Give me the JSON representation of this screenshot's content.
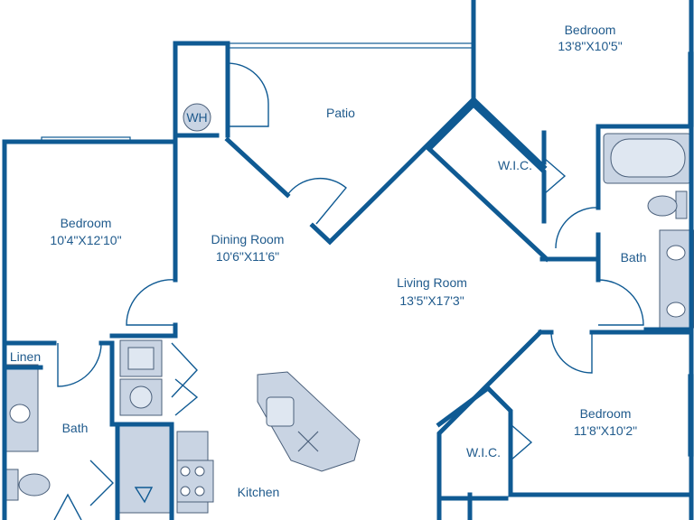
{
  "plan": {
    "colors": {
      "wall": "#0f5a93",
      "label": "#1f5a8c",
      "fixture": "#c9d4e3",
      "background": "#ffffff"
    },
    "rooms": [
      {
        "id": "patio",
        "name": "Patio",
        "dims": ""
      },
      {
        "id": "bedroom-top-right",
        "name": "Bedroom",
        "dims": "13'8\"X10'5\""
      },
      {
        "id": "wic-upper",
        "name": "W.I.C.",
        "dims": ""
      },
      {
        "id": "bath-right",
        "name": "Bath",
        "dims": ""
      },
      {
        "id": "bedroom-left",
        "name": "Bedroom",
        "dims": "10'4\"X12'10\""
      },
      {
        "id": "dining-room",
        "name": "Dining Room",
        "dims": "10'6\"X11'6\""
      },
      {
        "id": "living-room",
        "name": "Living Room",
        "dims": "13'5\"X17'3\""
      },
      {
        "id": "linen",
        "name": "Linen",
        "dims": ""
      },
      {
        "id": "bath-left",
        "name": "Bath",
        "dims": ""
      },
      {
        "id": "bedroom-bottom-right",
        "name": "Bedroom",
        "dims": "11'8\"X10'2\""
      },
      {
        "id": "wic-lower",
        "name": "W.I.C.",
        "dims": ""
      },
      {
        "id": "kitchen",
        "name": "Kitchen",
        "dims": ""
      }
    ],
    "fixtures": {
      "water_heater": "WH"
    }
  }
}
